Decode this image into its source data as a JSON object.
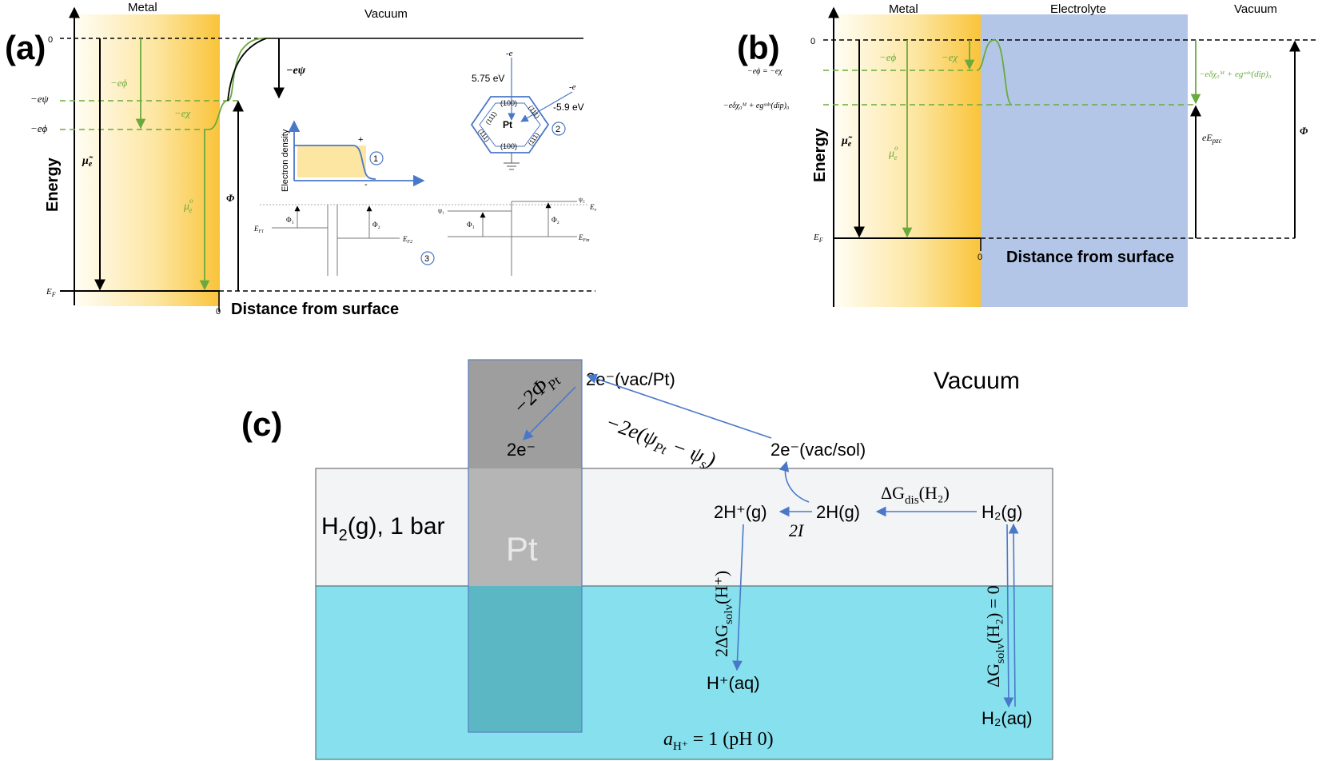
{
  "colors": {
    "metal_gold": "#f9c43a",
    "electrolyte_blue": "#b3c6e8",
    "green": "#6aaa3c",
    "arrow_blue": "#4a78c8",
    "gas_gray": "#f3f4f6",
    "water_cyan": "#86e0ee",
    "pt_gray": "#9e9e9e",
    "pt_teal": "#5bb7c4"
  },
  "panel_a": {
    "label": "(a)",
    "region_metal": "Metal",
    "region_vacuum": "Vacuum",
    "y_axis": "Energy",
    "x_axis": "Distance from surface",
    "origin": "0",
    "tick_zero": "0",
    "lbl_neg_epsi_left": "−eψ",
    "lbl_neg_ephi_left": "−eϕ",
    "lbl_ef": "E",
    "lbl_ef_sub": "F",
    "lbl_mu_tilde": "μ̃",
    "lbl_mu_tilde_sub": "e",
    "lbl_ephi_green": "−eϕ",
    "lbl_echi": "−eχ",
    "lbl_mu0": "μ",
    "lbl_mu0_sup": "o",
    "lbl_mu0_sub": "e",
    "lbl_Phi": "Φ",
    "lbl_epsi_right": "−eψ",
    "inset1": {
      "ylabel": "Electron density",
      "plus": "+",
      "minus": "-",
      "num": "1"
    },
    "inset2": {
      "top_e": "-e",
      "right_e": "-e",
      "energy1": "5.75 eV",
      "energy2": "-5.9 eV",
      "center": "Pt",
      "facet_top": "(100)",
      "facet_bottom": "(100)",
      "facet_tl": "(111)",
      "facet_tr": "(111)",
      "facet_bl": "(111)",
      "facet_br": "(111)",
      "num": "2"
    },
    "inset3": {
      "phi1": "Φ₁",
      "phi2": "Φ₂",
      "ef1": "E",
      "ef1_sub": "F1",
      "ef2": "E",
      "ef2_sub": "F2",
      "psi1": "ψ₁",
      "psi2": "ψ₂",
      "phi1b": "Φ₁",
      "phi2b": "Φ₂",
      "ev": "E",
      "ev_sub": "v",
      "efm": "E",
      "efm_sub": "Fm",
      "num": "3"
    }
  },
  "panel_b": {
    "label": "(b)",
    "region_metal": "Metal",
    "region_electrolyte": "Electrolyte",
    "region_vacuum": "Vacuum",
    "y_axis": "Energy",
    "x_axis": "Distance from surface",
    "origin": "0",
    "tick_zero": "0",
    "lbl_ephi_echi": "−eϕ = −eχ",
    "lbl_dip_left": "−eδχ₀ᴹ + egˢᵒˡᵛ(dip)₀",
    "lbl_ef": "E",
    "lbl_ef_sub": "F",
    "lbl_mu_tilde": "μ̃",
    "lbl_mu_tilde_sub": "e",
    "lbl_ephi_green": "−eϕ",
    "lbl_echi_green": "−eχ",
    "lbl_mu0": "μ",
    "lbl_mu0_sup": "o",
    "lbl_mu0_sub": "e",
    "lbl_dip_right": "−eδχ₀ᴹ + egˢᵒˡᵛ(dip)₀",
    "lbl_epzc": "eE",
    "lbl_epzc_sub": "pzc",
    "lbl_Phi": "Φ"
  },
  "panel_c": {
    "label": "(c)",
    "region_vacuum": "Vacuum",
    "gas_label": "H",
    "gas_label_sub": "2",
    "gas_label_rest": "(g), 1 bar",
    "pt_label": "Pt",
    "node_vac_pt": "2e⁻(vac/Pt)",
    "node_2e": "2e⁻",
    "node_vac_sol": "2e⁻(vac/sol)",
    "node_2hplus": "2H⁺(g)",
    "node_2h": "2H(g)",
    "node_h2g": "H₂(g)",
    "node_hplus_aq": "H⁺(aq)",
    "node_h2aq": "H₂(aq)",
    "arrow_2phi": "−2Φ",
    "arrow_2phi_sub": "Pt",
    "arrow_psi": "−2e(ψ",
    "arrow_psi_sub1": "Pt",
    "arrow_psi_mid": " − ψ",
    "arrow_psi_sub2": "s",
    "arrow_psi_end": ")",
    "arrow_dis": "ΔG",
    "arrow_dis_sub": "dis",
    "arrow_dis_end": "(H₂)",
    "arrow_ion": "2I",
    "arrow_solv_h": "2ΔG",
    "arrow_solv_h_sub": "solv",
    "arrow_solv_h_end": "(H⁺)",
    "arrow_solv_h2": "ΔG",
    "arrow_solv_h2_sub": "solv",
    "arrow_solv_h2_end": "(H₂) = 0",
    "activity": "a",
    "activity_sub": "H⁺",
    "activity_end": " = 1 (pH 0)"
  }
}
